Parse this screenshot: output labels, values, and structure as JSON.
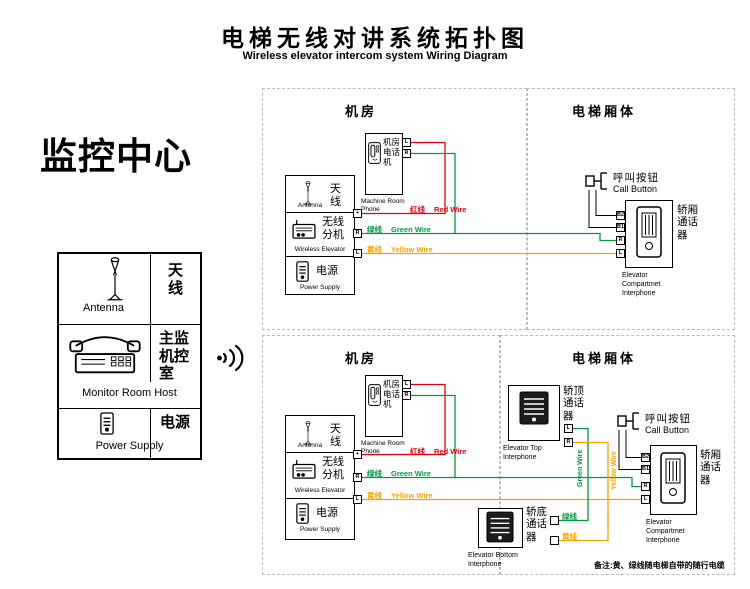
{
  "colors": {
    "red": "#e60012",
    "green": "#009944",
    "yellow": "#f5a500",
    "black": "#000000"
  },
  "title": {
    "zh": "电梯无线对讲系统拓扑图",
    "en": "Wireless elevator intercom system Wiring Diagram"
  },
  "monitor": {
    "heading": "监控中心",
    "antenna_zh": "天线",
    "antenna_en": "Antenna",
    "host_zh": "主监机控室",
    "host_en": "Monitor Room Host",
    "power_zh": "电源",
    "power_en": "Power Supply"
  },
  "labels": {
    "machine_room": "机房",
    "elevator_body": "电梯厢体",
    "phone_zh": "机房电话机",
    "phone_en": "Machine Room Phone",
    "station_antenna_zh": "天线",
    "station_antenna_en": "Antenna",
    "wireless_zh": "无线分机",
    "wireless_en": "Wireless Elevator",
    "power_zh": "电源",
    "power_en": "Power Supply",
    "call_button_zh": "呼叫按钮",
    "call_button_en": "Call Button",
    "compartment_zh": "轿厢通话器",
    "compartment_en": "Elevator Compartmet Interphone",
    "top_interphone_zh": "轿顶通话器",
    "top_interphone_en": "Elevator Top Interphone",
    "bottom_interphone_zh": "轿底通话器",
    "bottom_interphone_en": "Elevator Bottom Interphone",
    "wire_red_zh": "红线",
    "wire_red_en": "Red Wire",
    "wire_green_zh": "绿线",
    "wire_green_en": "Green Wire",
    "wire_yellow_zh": "黄线",
    "wire_yellow_en": "Yellow Wire",
    "note": "备注:黄、绿线随电梯自带的随行电缆"
  },
  "terminals": {
    "station": [
      "+",
      "R",
      "L"
    ],
    "phone": [
      "L",
      "R"
    ],
    "interphone": [
      "B2",
      "B1",
      "R",
      "L"
    ],
    "top_interphone": [
      "L",
      "R"
    ]
  }
}
